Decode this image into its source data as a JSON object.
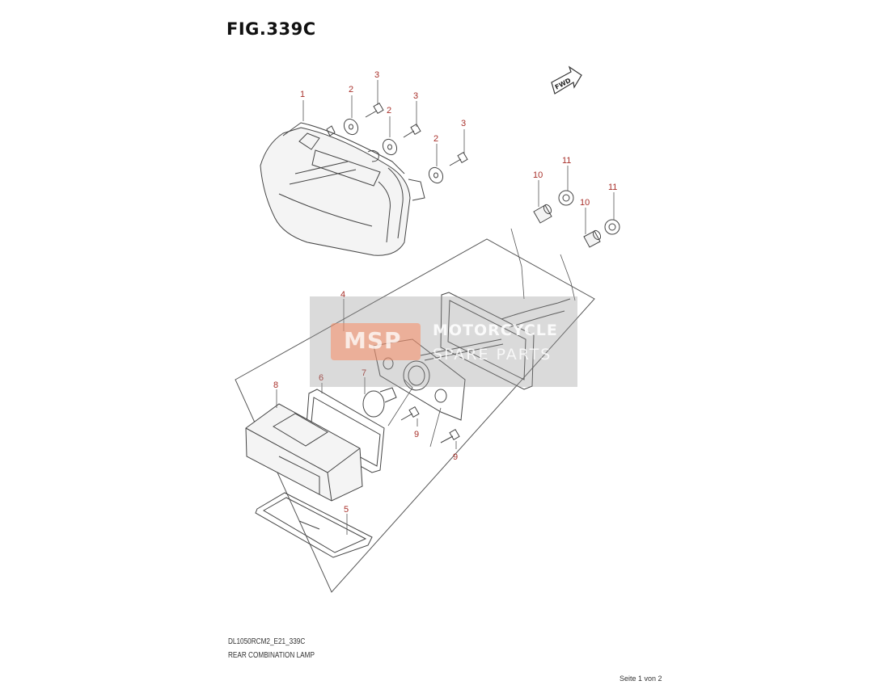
{
  "figure": {
    "title": "FIG.339C",
    "code": "DL1050RCM2_E21_339C",
    "description": "REAR COMBINATION LAMP",
    "page_number": "Seite 1 von 2",
    "fwd_label": "FWD"
  },
  "callouts": {
    "c1": "1",
    "c2a": "2",
    "c2b": "2",
    "c2c": "2",
    "c3a": "3",
    "c3b": "3",
    "c3c": "3",
    "c4": "4",
    "c5": "5",
    "c6": "6",
    "c7": "7",
    "c8": "8",
    "c9a": "9",
    "c9b": "9",
    "c10a": "10",
    "c10b": "10",
    "c11a": "11",
    "c11b": "11"
  },
  "watermark": {
    "logo": "MSP",
    "line1": "MOTORCYCLE",
    "line2": "SPARE PARTS"
  },
  "colors": {
    "callout": "#a8302a",
    "line": "#444444",
    "watermark_accent": "#fa8c64"
  }
}
